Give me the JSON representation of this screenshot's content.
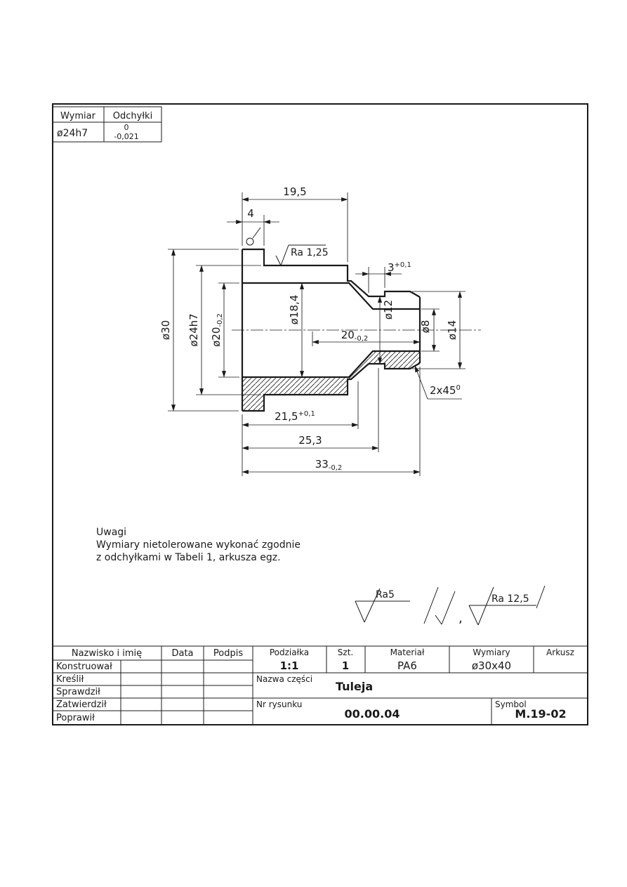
{
  "meta": {
    "bg": "#ffffff",
    "ink": "#1a1a1a"
  },
  "tol_table": {
    "h1": "Wymiar",
    "h2": "Odchyłki",
    "v1": "ø24h7",
    "dev_top": "0",
    "dev_bot": "-0,021"
  },
  "dims": {
    "len195": "19,5",
    "len4": "4",
    "groove3": "3",
    "groove3_tol": "+0,1",
    "ra_top": "Ra 1,25",
    "d30": "ø30",
    "d24": "ø24h7",
    "d20": "ø20",
    "d20_tol": "-0,2",
    "d184": "ø18,4",
    "d12": "ø12",
    "d8": "ø8",
    "d14": "ø14",
    "len20": "20",
    "len20_tol": "-0,2",
    "chamfer": "2x45",
    "chamfer_sup": "0",
    "len215": "21,5",
    "len215_tol": "+0,1",
    "len253": "25,3",
    "len33": "33",
    "len33_tol": "-0,2"
  },
  "rough": {
    "ra5": "Ra5",
    "comma": ",",
    "ra125": "Ra 12,5"
  },
  "notes": {
    "l1": "Uwagi",
    "l2": "Wymiary nietolerowane wykonać zgodnie",
    "l3": "z odchyłkami w Tabeli 1, arkusza egz."
  },
  "tb": {
    "nazwisko": "Nazwisko i imię",
    "data": "Data",
    "podpis": "Podpis",
    "rows": [
      "Konstruował",
      "Kreślił",
      "Sprawdził",
      "Zatwierdził",
      "Poprawił"
    ],
    "podzialka_l": "Podziałka",
    "podzialka_v": "1:1",
    "szt_l": "Szt.",
    "szt_v": "1",
    "material_l": "Materiał",
    "material_v": "PA6",
    "wymiary_l": "Wymiary",
    "wymiary_v": "ø30x40",
    "arkusz_l": "Arkusz",
    "nazwa_l": "Nazwa części",
    "nazwa_v": "Tuleja",
    "nr_l": "Nr rysunku",
    "nr_v": "00.00.04",
    "symbol_l": "Symbol",
    "symbol_v": "M.19-02"
  }
}
